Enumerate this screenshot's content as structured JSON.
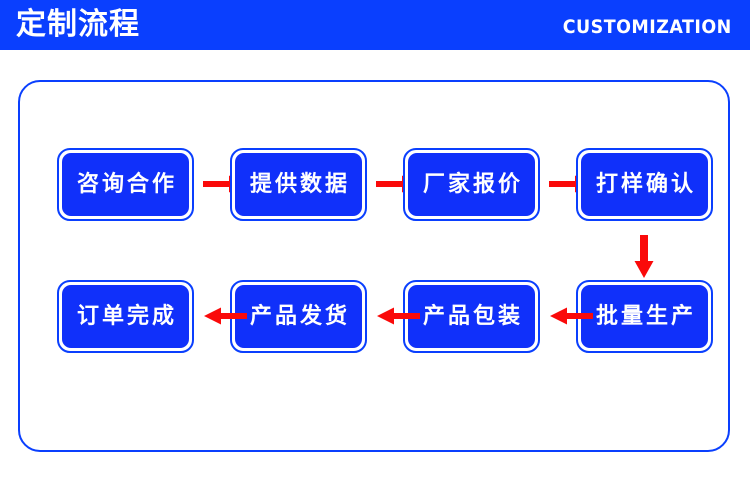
{
  "header": {
    "title": "定制流程",
    "subtitle": "CUSTOMIZATION",
    "background_color": "#0a3ffe",
    "text_color": "#ffffff"
  },
  "theme": {
    "box_fill": "#1030fa",
    "box_border": "#0a3ffe",
    "box_inner_ring": "#ffffff",
    "container_border": "#0a3ffe",
    "arrow_color": "#fa0a0a",
    "page_background": "#ffffff"
  },
  "flow": {
    "rows": [
      {
        "direction": "left-to-right",
        "steps": [
          {
            "label": "咨询合作"
          },
          {
            "label": "提供数据"
          },
          {
            "label": "厂家报价"
          },
          {
            "label": "打样确认"
          }
        ]
      },
      {
        "direction": "right-to-left",
        "steps": [
          {
            "label": "订单完成"
          },
          {
            "label": "产品发货"
          },
          {
            "label": "产品包装"
          },
          {
            "label": "批量生产"
          }
        ]
      }
    ],
    "connectors": [
      {
        "name": "arrow-r1-1",
        "orientation": "horizontal",
        "points": "right"
      },
      {
        "name": "arrow-r1-2",
        "orientation": "horizontal",
        "points": "right"
      },
      {
        "name": "arrow-r1-3",
        "orientation": "horizontal",
        "points": "right"
      },
      {
        "name": "arrow-down",
        "orientation": "vertical",
        "points": "down"
      },
      {
        "name": "arrow-r2-1",
        "orientation": "horizontal",
        "points": "left"
      },
      {
        "name": "arrow-r2-2",
        "orientation": "horizontal",
        "points": "left"
      },
      {
        "name": "arrow-r2-3",
        "orientation": "horizontal",
        "points": "left"
      }
    ]
  }
}
